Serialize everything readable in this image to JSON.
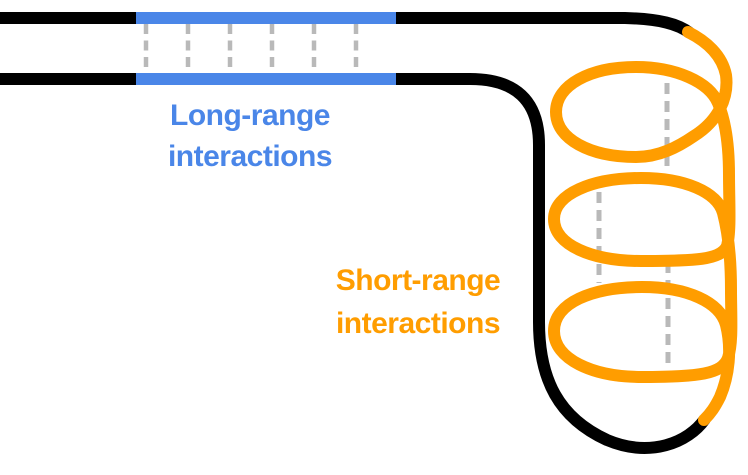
{
  "diagram": {
    "description": "Strand folding diagram contrasting long-range and short-range interactions",
    "labels": {
      "long_range": {
        "line1": "Long-range",
        "line2": "interactions"
      },
      "short_range": {
        "line1": "Short-range",
        "line2": "interactions"
      }
    },
    "colors": {
      "strand_black": "#000000",
      "long_range_blue": "#4a86e8",
      "short_range_orange": "#ff9d00",
      "bond_gray": "#b9b9b9",
      "background": "#ffffff"
    },
    "counts": {
      "long_range_bond_dashes": 6,
      "coil_loops": 3,
      "coil_bond_dashes": 3
    }
  }
}
